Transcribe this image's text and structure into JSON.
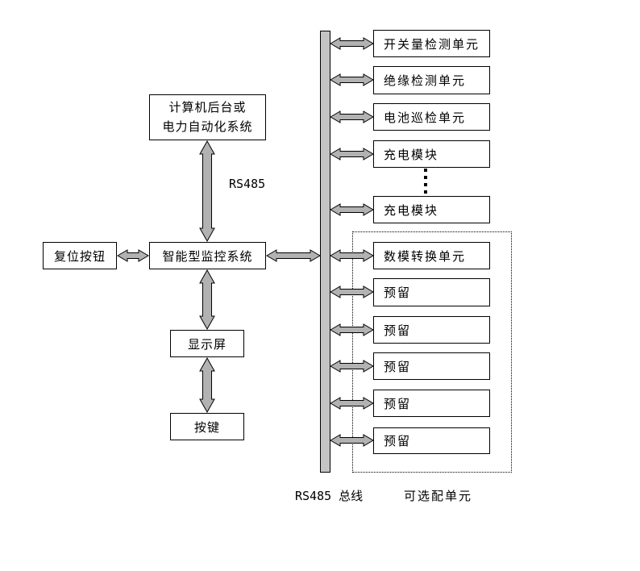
{
  "colors": {
    "background": "#ffffff",
    "line": "#000000",
    "arrow_fill": "#b2b2b2",
    "bus_fill": "#c4c4c4"
  },
  "left_column": {
    "computer_box": {
      "line1": "计算机后台或",
      "line2": "电力自动化系统"
    },
    "rs485_link_label": "RS485",
    "reset_button": "复位按钮",
    "monitoring_system": "智能型监控系统",
    "display": "显示屏",
    "keys": "按键"
  },
  "bus": {
    "label": "RS485 总线"
  },
  "bus_units": [
    {
      "label": "开关量检测单元"
    },
    {
      "label": "绝缘检测单元"
    },
    {
      "label": "电池巡检单元"
    },
    {
      "label": "充电模块"
    },
    {
      "label": "充电模块"
    },
    {
      "label": "数模转换单元"
    },
    {
      "label": "预留"
    },
    {
      "label": "预留"
    },
    {
      "label": "预留"
    },
    {
      "label": "预留"
    },
    {
      "label": "预留"
    }
  ],
  "optional_group": {
    "label": "可选配单元"
  }
}
